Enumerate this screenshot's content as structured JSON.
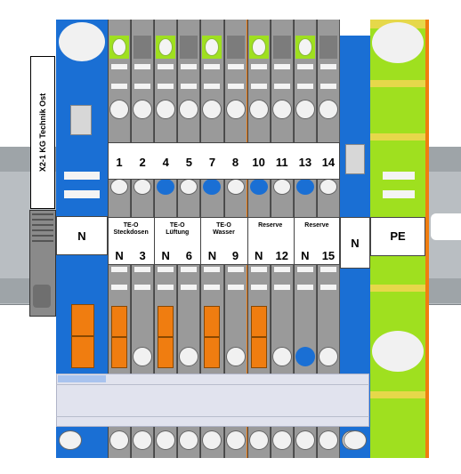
{
  "title": "X2-1 KG Technik Ost",
  "colors": {
    "neutral_blue": "#1a6fd4",
    "pe_green": "#9fe01f",
    "bridge_orange": "#f07d10",
    "terminal_grey": "#9a9a9a"
  },
  "upper_numbers": [
    "1",
    "2",
    "4",
    "5",
    "7",
    "8",
    "10",
    "11",
    "13",
    "14"
  ],
  "groups": [
    {
      "line1": "TE-O",
      "line2": "Steckdosen",
      "n": "N",
      "num": "3"
    },
    {
      "line1": "TE-O",
      "line2": "Lüftung",
      "n": "N",
      "num": "6"
    },
    {
      "line1": "TE-O",
      "line2": "Wasser",
      "n": "N",
      "num": "9"
    },
    {
      "line1": "Reserve",
      "line2": "",
      "n": "N",
      "num": "12"
    },
    {
      "line1": "Reserve",
      "line2": "",
      "n": "N",
      "num": "15"
    }
  ],
  "left_n": "N",
  "right_n": "N",
  "pe": "PE"
}
